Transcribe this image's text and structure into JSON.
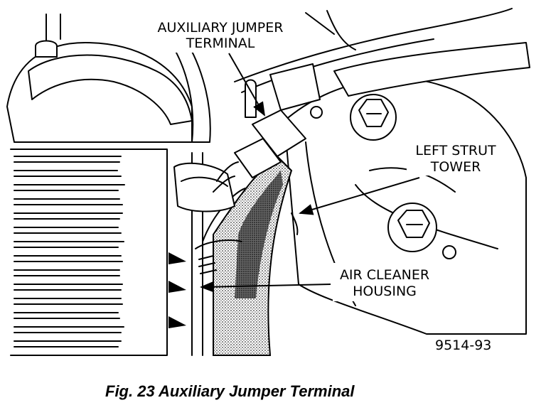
{
  "labels": {
    "aux_line1": "AUXILIARY JUMPER",
    "aux_line2": "TERMINAL",
    "strut_line1": "LEFT STRUT",
    "strut_line2": "TOWER",
    "air_line1": "AIR CLEANER",
    "air_line2": "HOUSING",
    "figure_number": "9514-93"
  },
  "caption": "Fig. 23 Auxiliary Jumper Terminal"
}
